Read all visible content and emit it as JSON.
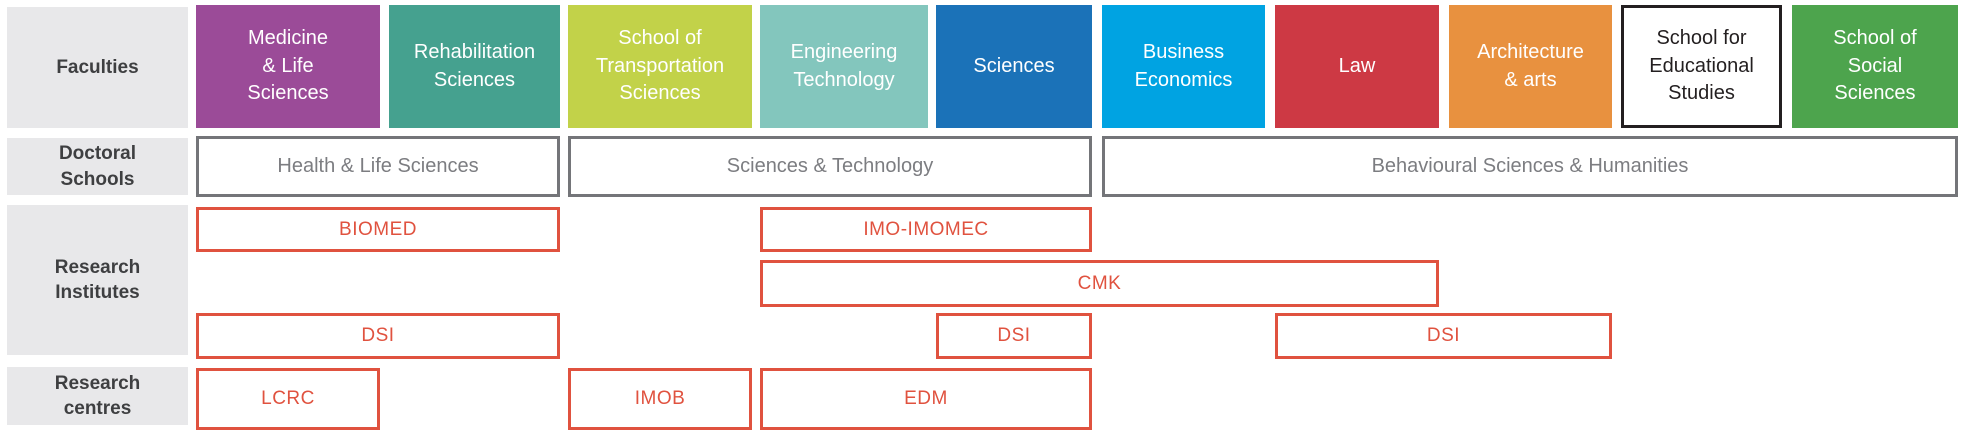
{
  "colors": {
    "label_bg": "#e8e8ea",
    "label_text": "#3e3f41",
    "doctoral_border": "#747579",
    "doctoral_text": "#7c7d81",
    "research_accent": "#e0523f",
    "white": "#ffffff"
  },
  "row_labels": {
    "faculties": "Faculties",
    "doctoral_schools": "Doctoral\nSchools",
    "research_institutes": "Research\nInstitutes",
    "research_centres": "Research\ncentres"
  },
  "faculties": {
    "items": [
      {
        "label": "Medicine\n& Life\nSciences",
        "bg": "#9b4b98",
        "fg": "#ffffff"
      },
      {
        "label": "Rehabilitation\nSciences",
        "bg": "#45a18f",
        "fg": "#ffffff"
      },
      {
        "label": "School of\nTransportation\nSciences",
        "bg": "#c2d249",
        "fg": "#ffffff"
      },
      {
        "label": "Engineering\nTechnology",
        "bg": "#83c6bd",
        "fg": "#ffffff"
      },
      {
        "label": "Sciences",
        "bg": "#1b72b8",
        "fg": "#ffffff"
      },
      {
        "label": "Business\nEconomics",
        "bg": "#00a3e2",
        "fg": "#ffffff"
      },
      {
        "label": "Law",
        "bg": "#cd3944",
        "fg": "#ffffff"
      },
      {
        "label": "Architecture\n& arts",
        "bg": "#e8913f",
        "fg": "#ffffff"
      },
      {
        "label": "School for\nEducational\nStudies",
        "bg": "#ffffff",
        "fg": "#231f20",
        "border": "#231f20"
      },
      {
        "label": "School of\nSocial\nSciences",
        "bg": "#4da44d",
        "fg": "#ffffff"
      }
    ]
  },
  "doctoral_schools": {
    "items": [
      {
        "label": "Health & Life Sciences"
      },
      {
        "label": "Sciences & Technology"
      },
      {
        "label": "Behavioural Sciences & Humanities"
      }
    ]
  },
  "research_institutes": {
    "items": [
      {
        "label": "BIOMED"
      },
      {
        "label": "IMO-IMOMEC"
      },
      {
        "label": "CMK"
      },
      {
        "label": "DSI"
      },
      {
        "label": "DSI"
      },
      {
        "label": "DSI"
      }
    ]
  },
  "research_centres": {
    "items": [
      {
        "label": "LCRC"
      },
      {
        "label": "IMOB"
      },
      {
        "label": "EDM"
      }
    ]
  }
}
